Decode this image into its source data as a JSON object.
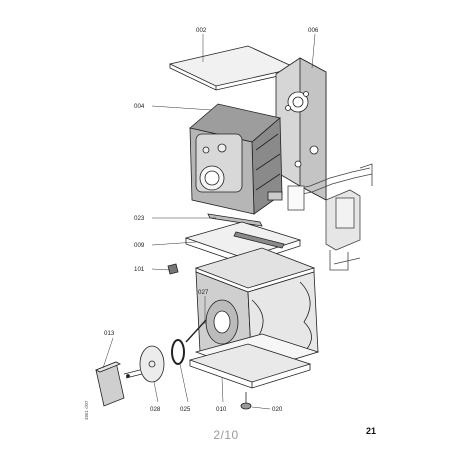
{
  "parts": {
    "p002": "002",
    "p006": "006",
    "p004": "004",
    "p023": "023",
    "p009": "009",
    "p101": "101",
    "p027": "027",
    "p013": "013",
    "p028": "028",
    "p025": "025",
    "p010": "010",
    "p020": "020"
  },
  "side_code": "4861 cl07",
  "pager": "2/10",
  "page_number": "21"
}
